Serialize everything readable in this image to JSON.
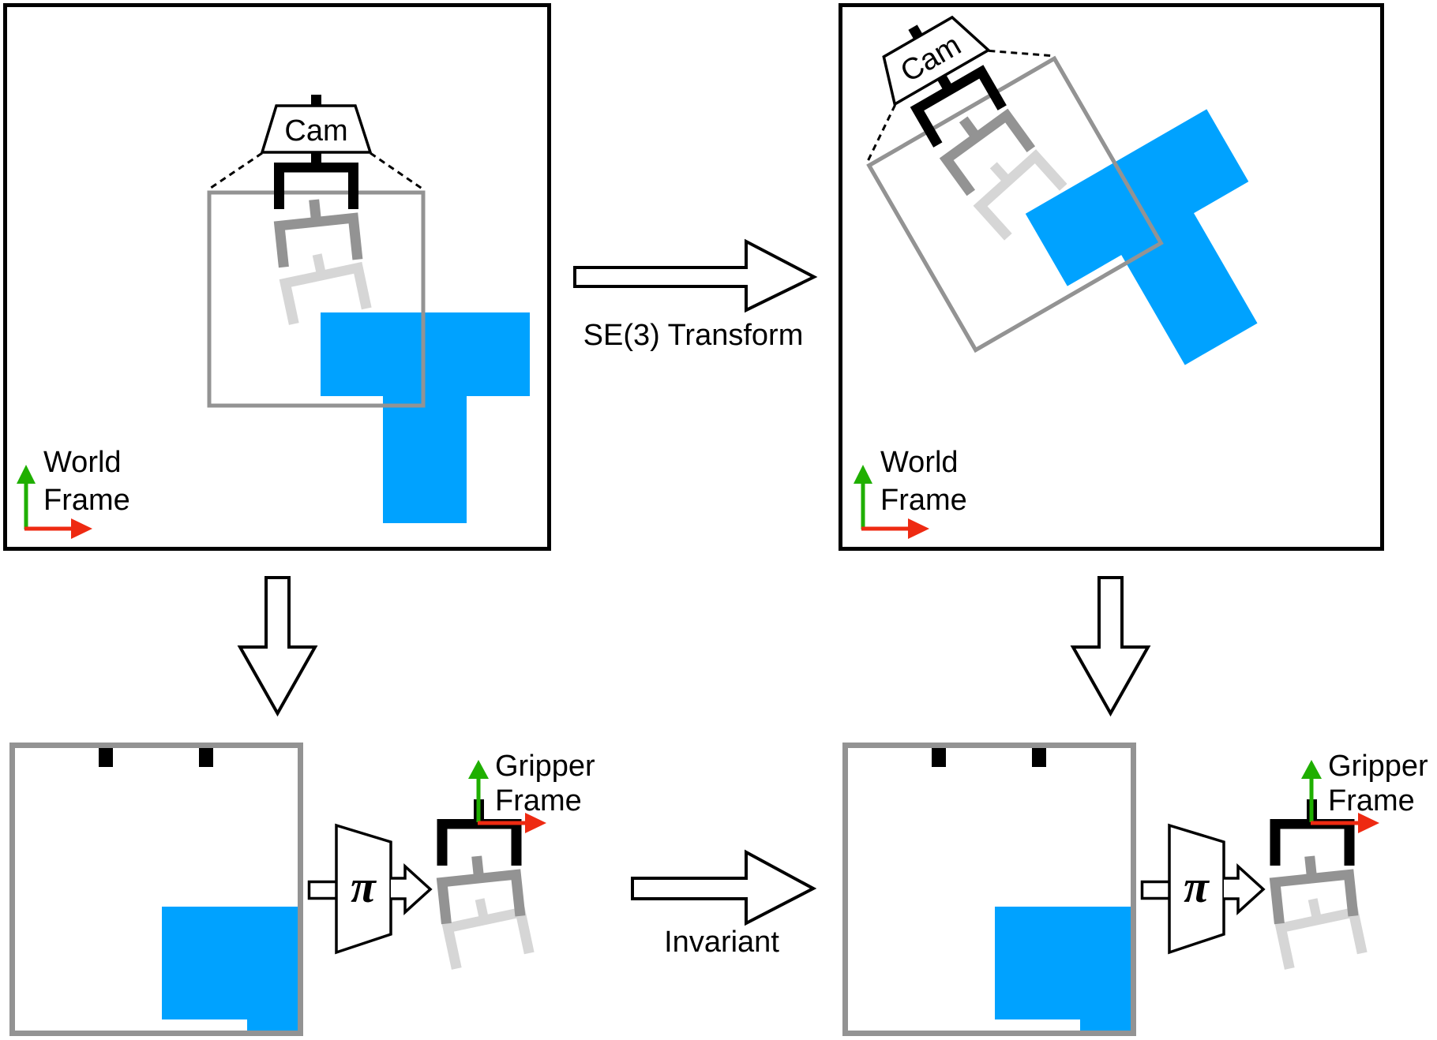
{
  "figure": {
    "description": "Equivariance of gripper-frame policy under SE(3) transform",
    "colors": {
      "object": "#00A2FF",
      "gripper_current": "#000000",
      "gripper_next": "#939393",
      "gripper_future": "#D6D6D6",
      "camera_view_box": "#939393",
      "axis_x": "#EE2A12",
      "axis_y": "#1FAF00"
    }
  },
  "top_left_panel": {
    "camera_label": "Cam",
    "frame_label_line1": "World",
    "frame_label_line2": "Frame",
    "object_shape": "T-block"
  },
  "transform_arrow": {
    "label": "SE(3) Transform"
  },
  "top_right_panel": {
    "camera_label": "Cam",
    "frame_label_line1": "World",
    "frame_label_line2": "Frame",
    "rotation_deg": -30
  },
  "bottom_left": {
    "policy_symbol": "π",
    "frame_label_line1": "Gripper",
    "frame_label_line2": "Frame"
  },
  "invariant_arrow": {
    "label": "Invariant"
  },
  "bottom_right": {
    "policy_symbol": "π",
    "frame_label_line1": "Gripper",
    "frame_label_line2": "Frame"
  }
}
